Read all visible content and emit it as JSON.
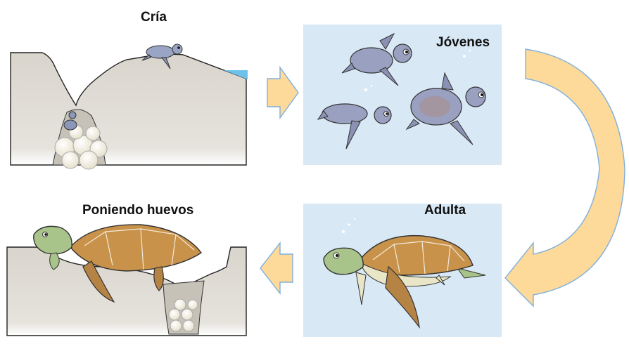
{
  "stages": {
    "hatchling": {
      "label": "Cría"
    },
    "juvenile": {
      "label": "Jóvenes"
    },
    "adult": {
      "label": "Adulta"
    },
    "nesting": {
      "label": "Poniendo huevos"
    }
  },
  "colors": {
    "water_panel": "#d8e8f5",
    "sand": "#d9d5cd",
    "arrow_fill": "#fdd99a",
    "arrow_stroke": "#7fb0dd",
    "egg": "#f6f3e9",
    "young_turtle": "#9aa0c0",
    "adult_shell": "#c8924a",
    "adult_skin": "#a8c48a"
  }
}
